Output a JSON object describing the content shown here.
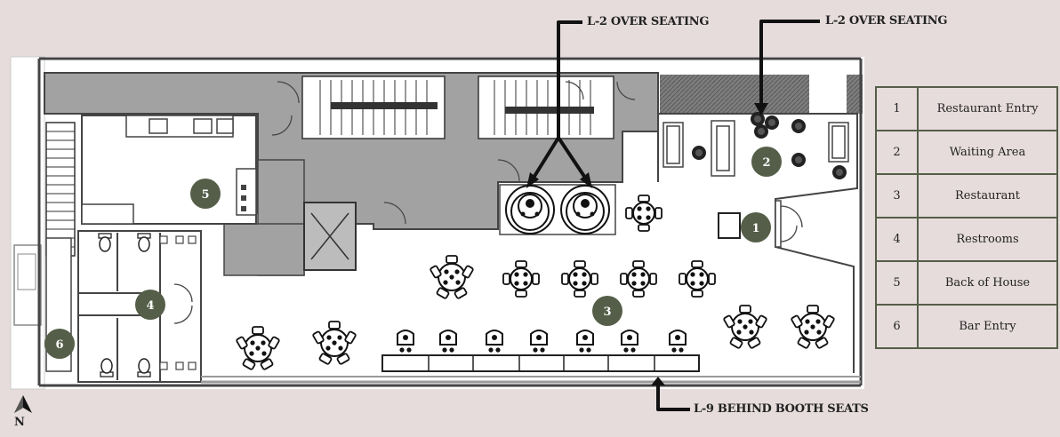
{
  "callouts": {
    "top_left": "L-2 OVER SEATING",
    "top_right": "L-2 OVER SEATING",
    "bottom": "L-9 BEHIND BOOTH SEATS"
  },
  "markers": [
    {
      "id": "1"
    },
    {
      "id": "2"
    },
    {
      "id": "3"
    },
    {
      "id": "4"
    },
    {
      "id": "5"
    },
    {
      "id": "6"
    }
  ],
  "legend": [
    {
      "num": "1",
      "label": "Restaurant Entry"
    },
    {
      "num": "2",
      "label": "Waiting Area"
    },
    {
      "num": "3",
      "label": "Restaurant"
    },
    {
      "num": "4",
      "label": "Restrooms"
    },
    {
      "num": "5",
      "label": "Back of House"
    },
    {
      "num": "6",
      "label": "Bar Entry"
    }
  ],
  "compass": {
    "label": "N"
  },
  "colors": {
    "background": "#e6dcdc",
    "marker_fill": "#545e48",
    "service_area": "#a0a0a0",
    "floor": "#ffffff",
    "wall": "#444444"
  }
}
